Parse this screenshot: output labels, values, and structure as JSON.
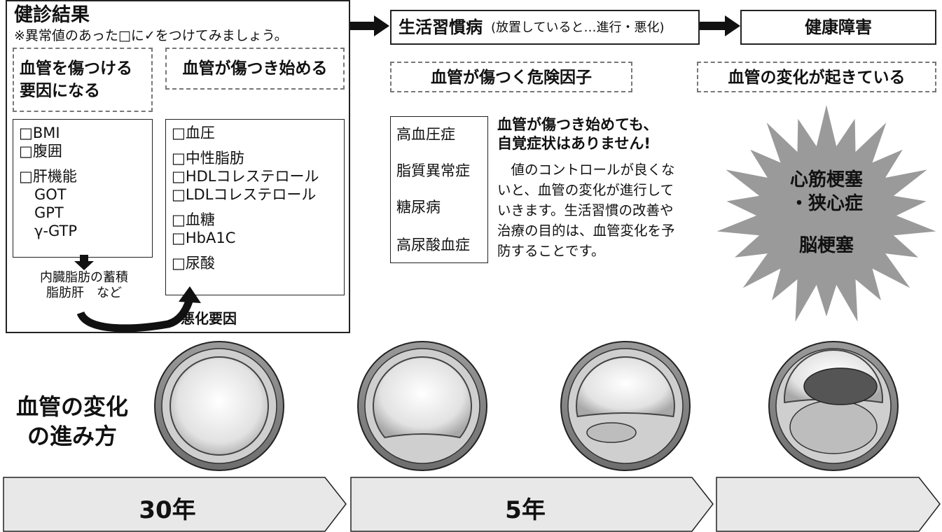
{
  "checkup": {
    "title": "健診結果",
    "note": "※異常値のあった□に✓をつけてみましょう。",
    "col1_header": [
      "血管を傷つける",
      "要因になる"
    ],
    "col2_header": "血管が傷つき始める",
    "col1_items": [
      "□BMI",
      "□腹囲",
      "",
      "□肝機能",
      "GOT",
      "GPT",
      "γ-GTP"
    ],
    "col2_items": [
      "□血圧",
      "",
      "□中性脂肪",
      "□HDLコレステロール",
      "□LDLコレステロール",
      "",
      "□血糖",
      "□HbA1C",
      "",
      "□尿酸"
    ],
    "visceral": [
      "内臓脂肪の蓄積",
      "脂肪肝　など"
    ],
    "worsening": "悪化要因"
  },
  "lifestyle": {
    "title": "生活習慣病",
    "subtitle": "(放置していると…進行・悪化)",
    "risk_header": "血管が傷つく危険因子",
    "diseases": [
      "高血圧症",
      "脂質異常症",
      "糖尿病",
      "高尿酸血症"
    ],
    "warning": [
      "血管が傷つき始めても、",
      "自覚症状はありません!"
    ],
    "explanation": [
      "　値のコントロールが良くな",
      "いと、血管の変化が進行して",
      "いきます。生活習慣の改善や",
      "治療の目的は、血管変化を予",
      "防することです。"
    ]
  },
  "health": {
    "title": "健康障害",
    "change_header": "血管の変化が起きている",
    "burst": [
      "心筋梗塞",
      "・狭心症",
      "脳梗塞"
    ]
  },
  "progression": {
    "label": [
      "血管の変化",
      "の進み方"
    ]
  },
  "timeline": {
    "labels": [
      "30年",
      "5年",
      ""
    ]
  },
  "colors": {
    "arrow": "#111111",
    "burst": "#9a9a9a",
    "band": "#e8e8e8",
    "vessel_ring": "#8a8a8a",
    "plaque": "#bdbdbd",
    "clot": "#555555"
  }
}
